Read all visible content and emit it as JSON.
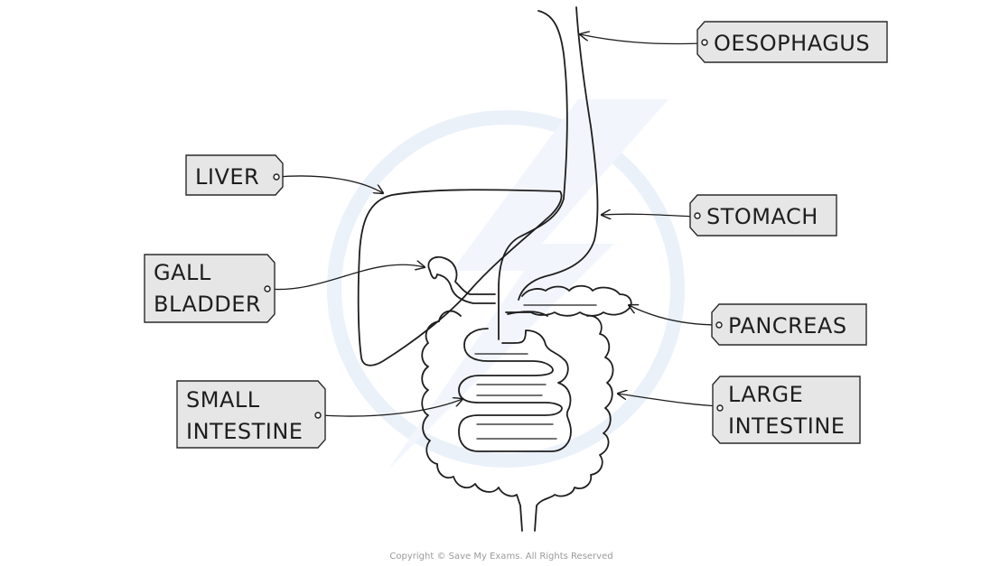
{
  "labels": {
    "oesophagus": "OESOPHAGUS",
    "liver": "LIVER",
    "stomach": "STOMACH",
    "gall_bladder_1": "GALL",
    "gall_bladder_2": "BLADDER",
    "pancreas": "PANCREAS",
    "small_intestine_1": "SMALL",
    "small_intestine_2": "INTESTINE",
    "large_intestine_1": "LARGE",
    "large_intestine_2": "INTESTINE"
  },
  "copyright": "Copyright © Save My Exams. All Rights Reserved",
  "colors": {
    "tag_fill": "#e6e6e6",
    "ink": "#1e1e1e",
    "watermark": "#dbe7f5"
  }
}
